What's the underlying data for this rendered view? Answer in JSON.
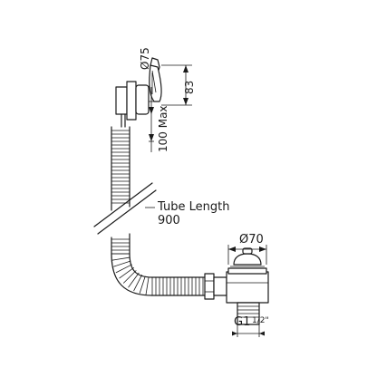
{
  "labels": {
    "dia_75": "Ø75",
    "h_83": "83",
    "max_100": "100 Max",
    "tube_line1": "Tube Length",
    "tube_line2": "900",
    "dia_70": "Ø70",
    "thread_main": "G1",
    "thread_frac": "1/2\""
  },
  "colors": {
    "ink": "#1a1a1a",
    "paper": "#ffffff"
  }
}
